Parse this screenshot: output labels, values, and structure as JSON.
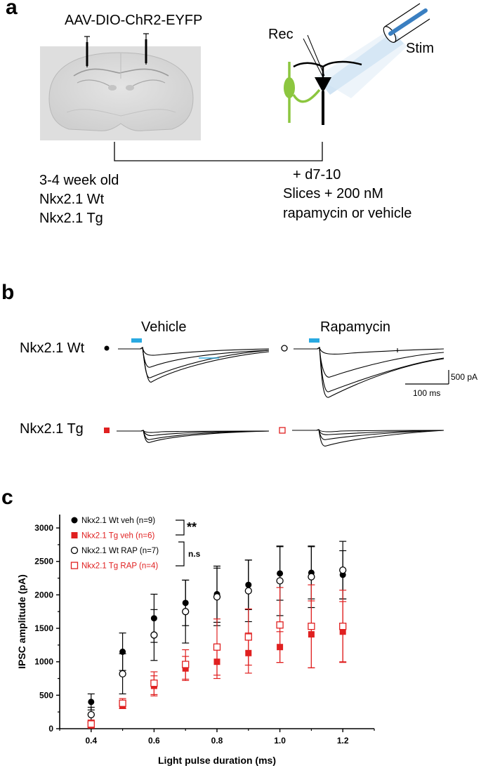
{
  "panel_a": {
    "letter": "a",
    "virus": "AAV-DIO-ChR2-EYFP",
    "rec_label": "Rec",
    "stim_label": "Stim",
    "left_lines": [
      "3-4 week old",
      "Nkx2.1 Wt",
      "Nkx2.1 Tg"
    ],
    "right_lines": [
      "+ d7-10",
      "Slices + 200 nM",
      "rapamycin or vehicle"
    ],
    "colors": {
      "neuron_green": "#8cc63f",
      "stim_blue": "#3a7fc1",
      "light_cone": "#c9dff2"
    }
  },
  "panel_b": {
    "letter": "b",
    "col_vehicle": "Vehicle",
    "col_rapamycin": "Rapamycin",
    "row_wt": "Nkx2.1 Wt",
    "row_tg": "Nkx2.1 Tg",
    "scale_y": "500 pA",
    "scale_x": "100 ms",
    "colors": {
      "stim_bar": "#29a9e1",
      "tg_red": "#e02020"
    }
  },
  "panel_c": {
    "letter": "c",
    "significance_1": "**",
    "significance_2": "n.s"
  },
  "chart_data": {
    "type": "scatter",
    "xlabel": "Light pulse duration (ms)",
    "ylabel": "IPSC amplitude (pA)",
    "xlim": [
      0.3,
      1.3
    ],
    "ylim": [
      0,
      3200
    ],
    "xticks": [
      "0.4",
      "0.6",
      "0.8",
      "1.0",
      "1.2"
    ],
    "yticks": [
      "0",
      "500",
      "1000",
      "1500",
      "2000",
      "2500",
      "3000"
    ],
    "legend_position": "top-left",
    "x": [
      0.4,
      0.5,
      0.6,
      0.7,
      0.8,
      0.9,
      1.0,
      1.1,
      1.2
    ],
    "series": [
      {
        "name": "Nkx2.1 Wt veh (n=9)",
        "marker": "filled-circle",
        "color": "#000000",
        "values": [
          400,
          1150,
          1650,
          1880,
          2010,
          2150,
          2320,
          2330,
          2300
        ],
        "errors": [
          120,
          280,
          360,
          340,
          420,
          370,
          400,
          390,
          360
        ]
      },
      {
        "name": "Nkx2.1 Tg veh (n=6)",
        "marker": "filled-square",
        "color": "#e02020",
        "values": [
          50,
          360,
          640,
          900,
          1000,
          1130,
          1220,
          1410,
          1450
        ],
        "errors": [
          40,
          60,
          150,
          180,
          250,
          300,
          230,
          500,
          450
        ]
      },
      {
        "name": "Nkx2.1 Wt RAP (n=7)",
        "marker": "open-circle",
        "color": "#000000",
        "values": [
          210,
          820,
          1400,
          1750,
          1970,
          2060,
          2210,
          2270,
          2370
        ],
        "errors": [
          110,
          300,
          380,
          470,
          430,
          460,
          520,
          460,
          430
        ]
      },
      {
        "name": "Nkx2.1 Tg RAP (n=4)",
        "marker": "open-square",
        "color": "#e02020",
        "values": [
          70,
          380,
          680,
          960,
          1220,
          1370,
          1550,
          1530,
          1530
        ],
        "errors": [
          60,
          70,
          170,
          220,
          420,
          420,
          560,
          620,
          540
        ]
      }
    ]
  }
}
